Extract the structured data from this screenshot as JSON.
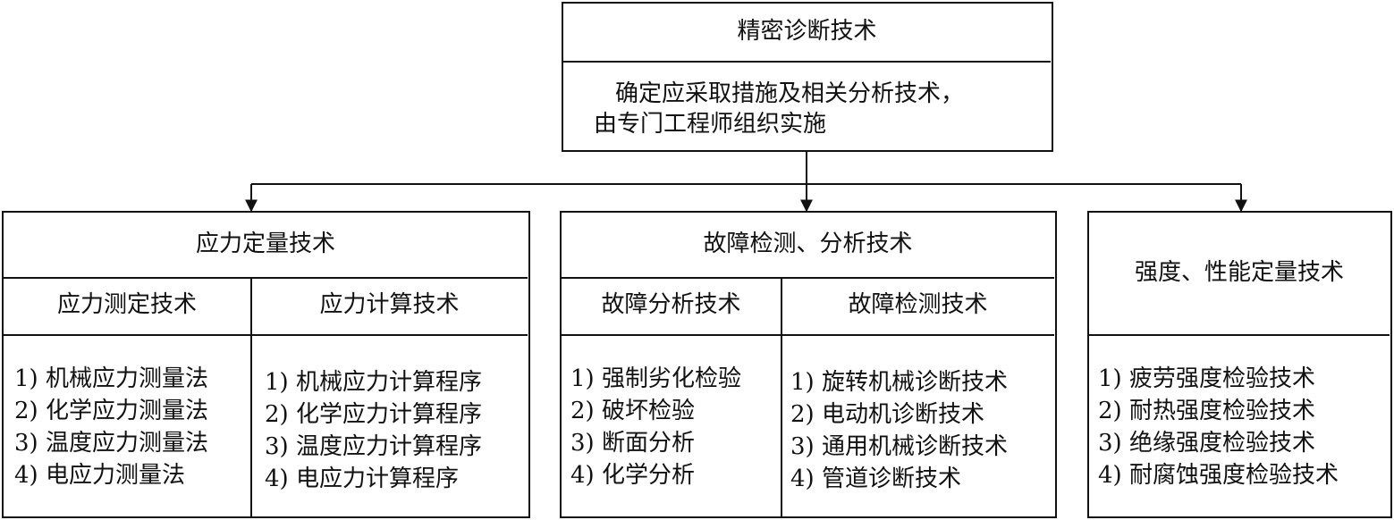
{
  "top": {
    "title": "精密诊断技术",
    "desc_line1": "确定应采取措施及相关分析技术，",
    "desc_line2": "由专门工程师组织实施"
  },
  "stress": {
    "title": "应力定量技术",
    "col1_title": "应力测定技术",
    "col2_title": "应力计算技术",
    "col1_items": [
      "1) 机械应力测量法",
      "2) 化学应力测量法",
      "3) 温度应力测量法",
      "4) 电应力测量法"
    ],
    "col2_items": [
      "1)  机械应力计算程序",
      "2)  化学应力计算程序",
      "3)  温度应力计算程序",
      "4)  电应力计算程序"
    ]
  },
  "fault": {
    "title": "故障检测、分析技术",
    "col1_title": "故障分析技术",
    "col2_title": "故障检测技术",
    "col1_items": [
      "1) 强制劣化检验",
      "2) 破坏检验",
      "3) 断面分析",
      "4) 化学分析"
    ],
    "col2_items": [
      "1) 旋转机械诊断技术",
      "2) 电动机诊断技术",
      "3) 通用机械诊断技术",
      "4) 管道诊断技术"
    ]
  },
  "strength": {
    "title": "强度、性能定量技术",
    "items": [
      "1) 疲劳强度检验技术",
      "2) 耐热强度检验技术",
      "3) 绝缘强度检验技术",
      "4) 耐腐蚀强度检验技术"
    ]
  }
}
